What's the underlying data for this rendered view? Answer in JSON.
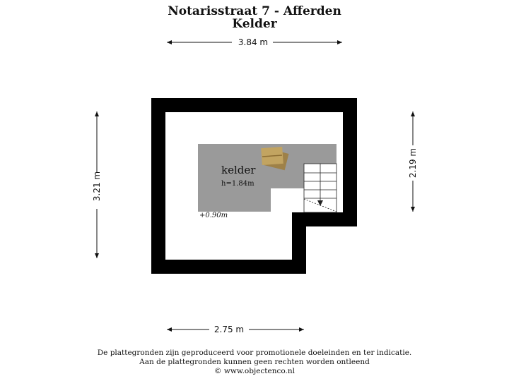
{
  "header": {
    "address": "Notarisstraat 7 - Afferden",
    "floor": "Kelder"
  },
  "dimensions": {
    "top": "3.84 m",
    "bottom": "2.75 m",
    "left": "3.21 m",
    "right": "2.19 m"
  },
  "room": {
    "name": "kelder",
    "height": "h=1.84m",
    "level": "+0.90m"
  },
  "footer": {
    "line1": "De plattegronden zijn geproduceerd voor promotionele doeleinden en ter indicatie.",
    "line2": "Aan de plattegronden kunnen geen rechten worden ontleend",
    "line3": "© www.objectenco.nl"
  },
  "colors": {
    "wall": "#000000",
    "floor_area": "#9a9a9a",
    "boxes": "#b89a5a",
    "background": "#ffffff"
  },
  "icons": [
    "stairs-icon",
    "box-icon",
    "arrow-icon"
  ]
}
